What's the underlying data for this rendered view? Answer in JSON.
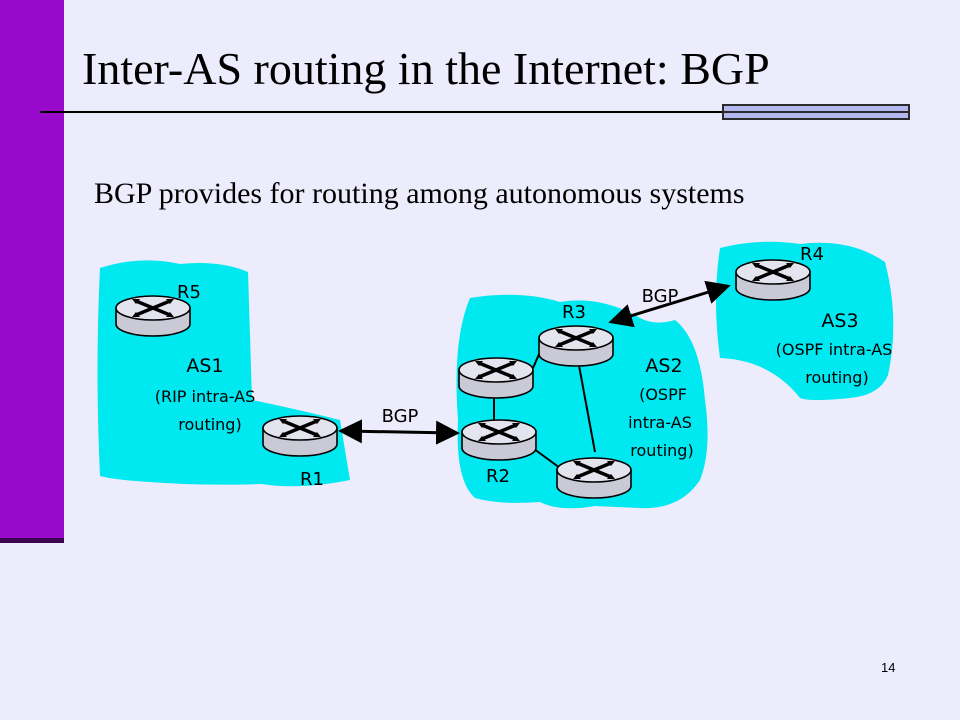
{
  "slide": {
    "title": "Inter-AS routing in the Internet: BGP",
    "subtitle": "BGP provides for routing among autonomous systems",
    "page_number": "14"
  },
  "diagram": {
    "routers": {
      "r5": "R5",
      "r1": "R1",
      "r3": "R3",
      "r2": "R2",
      "r4": "R4"
    },
    "as1": {
      "name": "AS1",
      "line1": "(RIP intra-AS",
      "line2": "routing)"
    },
    "as2": {
      "name": "AS2",
      "line1": "(OSPF",
      "line2": "intra-AS",
      "line3": "routing)"
    },
    "as3": {
      "name": "AS3",
      "line1": "(OSPF intra-AS",
      "line2": "routing)"
    },
    "bgp_links": {
      "left": "BGP",
      "right": "BGP"
    }
  },
  "colors": {
    "cloud": "#00e8f0",
    "router": "#c9cad6",
    "sidebar": "#9909cc",
    "background": "#ececfc"
  }
}
